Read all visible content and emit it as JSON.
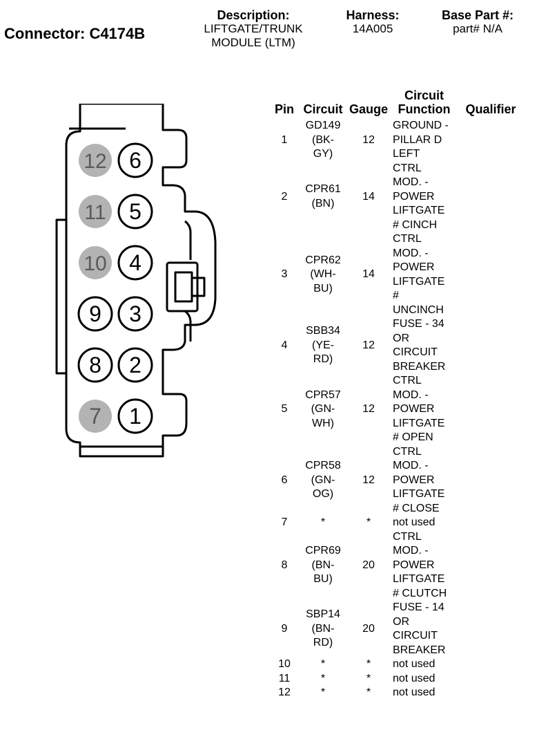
{
  "connector": {
    "label": "Connector: C4174B"
  },
  "header": {
    "description": {
      "label": "Description:",
      "lines": [
        "LIFTGATE/TRUNK",
        "MODULE (LTM)"
      ]
    },
    "harness": {
      "label": "Harness:",
      "value": "14A005"
    },
    "base_part": {
      "label": "Base Part #:",
      "value": "part# N/A"
    }
  },
  "table": {
    "columns": {
      "pin": "Pin",
      "circuit": "Circuit",
      "gauge": "Gauge",
      "function": [
        "Circuit",
        "Function"
      ],
      "qualifier": "Qualifier"
    },
    "rows": [
      {
        "pin": "1",
        "circuit": [
          "GD149",
          "(BK-",
          "GY)"
        ],
        "gauge": "12",
        "function": [
          "GROUND -",
          "PILLAR D",
          "LEFT"
        ],
        "qualifier": ""
      },
      {
        "pin": "2",
        "circuit": [
          "CPR61",
          "(BN)"
        ],
        "gauge": "14",
        "function": [
          "CTRL",
          "MOD. -",
          "POWER",
          "LIFTGATE",
          "# CINCH"
        ],
        "qualifier": ""
      },
      {
        "pin": "3",
        "circuit": [
          "CPR62",
          "(WH-",
          "BU)"
        ],
        "gauge": "14",
        "function": [
          "CTRL",
          "MOD. -",
          "POWER",
          "LIFTGATE",
          "#",
          "UNCINCH"
        ],
        "qualifier": ""
      },
      {
        "pin": "4",
        "circuit": [
          "SBB34",
          "(YE-",
          "RD)"
        ],
        "gauge": "12",
        "function": [
          "FUSE - 34",
          "OR",
          "CIRCUIT",
          "BREAKER"
        ],
        "qualifier": ""
      },
      {
        "pin": "5",
        "circuit": [
          "CPR57",
          "(GN-",
          "WH)"
        ],
        "gauge": "12",
        "function": [
          "CTRL",
          "MOD. -",
          "POWER",
          "LIFTGATE",
          "# OPEN"
        ],
        "qualifier": ""
      },
      {
        "pin": "6",
        "circuit": [
          "CPR58",
          "(GN-",
          "OG)"
        ],
        "gauge": "12",
        "function": [
          "CTRL",
          "MOD. -",
          "POWER",
          "LIFTGATE",
          "# CLOSE"
        ],
        "qualifier": ""
      },
      {
        "pin": "7",
        "circuit": [
          "*"
        ],
        "gauge": "*",
        "function": [
          "not used"
        ],
        "qualifier": ""
      },
      {
        "pin": "8",
        "circuit": [
          "CPR69",
          "(BN-",
          "BU)"
        ],
        "gauge": "20",
        "function": [
          "CTRL",
          "MOD. -",
          "POWER",
          "LIFTGATE",
          "# CLUTCH"
        ],
        "qualifier": ""
      },
      {
        "pin": "9",
        "circuit": [
          "SBP14",
          "(BN-",
          "RD)"
        ],
        "gauge": "20",
        "function": [
          "FUSE - 14",
          "OR",
          "CIRCUIT",
          "BREAKER"
        ],
        "qualifier": ""
      },
      {
        "pin": "10",
        "circuit": [
          "*"
        ],
        "gauge": "*",
        "function": [
          "not used"
        ],
        "qualifier": ""
      },
      {
        "pin": "11",
        "circuit": [
          "*"
        ],
        "gauge": "*",
        "function": [
          "not used"
        ],
        "qualifier": ""
      },
      {
        "pin": "12",
        "circuit": [
          "*"
        ],
        "gauge": "*",
        "function": [
          "not used"
        ],
        "qualifier": ""
      }
    ]
  },
  "diagram": {
    "cavities": [
      {
        "number": "12",
        "filled": true
      },
      {
        "number": "6",
        "filled": false
      },
      {
        "number": "11",
        "filled": true
      },
      {
        "number": "5",
        "filled": false
      },
      {
        "number": "10",
        "filled": true
      },
      {
        "number": "4",
        "filled": false
      },
      {
        "number": "9",
        "filled": false
      },
      {
        "number": "3",
        "filled": false
      },
      {
        "number": "8",
        "filled": false
      },
      {
        "number": "2",
        "filled": false
      },
      {
        "number": "7",
        "filled": true
      },
      {
        "number": "1",
        "filled": false
      }
    ],
    "colors": {
      "filled": "#b3b3b3",
      "outline": "#000000",
      "background": "#ffffff"
    }
  }
}
